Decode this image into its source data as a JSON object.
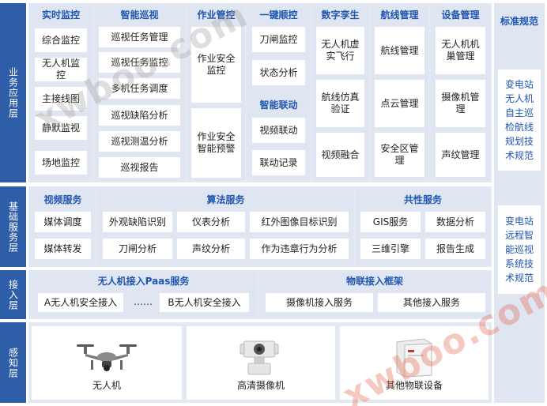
{
  "layers": {
    "business": "业务应用层",
    "base": "基础服务层",
    "access": "接入层",
    "sense": "感知层"
  },
  "business": {
    "realtime": {
      "title": "实时监控",
      "items": [
        "综合监控",
        "无人机监控",
        "主接线图",
        "静默监视",
        "场地监控"
      ]
    },
    "patrol": {
      "title": "智能巡视",
      "items": [
        "巡视任务管理",
        "巡视任务监控",
        "多机任务调度",
        "巡视缺陷分析",
        "巡视测温分析",
        "巡视报告"
      ]
    },
    "operation": {
      "title": "作业管控",
      "items": [
        "作业安全监控",
        "作业安全智能预警"
      ]
    },
    "onekey": {
      "title": "一键顺控",
      "items": [
        "刀闸监控",
        "状态分析"
      ]
    },
    "linkage": {
      "title": "智能联动",
      "items": [
        "视频联动",
        "联动记录"
      ]
    },
    "twin": {
      "title": "数字孪生",
      "items": [
        "无人机虚实飞行",
        "航线仿真验证",
        "视频融合"
      ]
    },
    "route": {
      "title": "航线管理",
      "items": [
        "航线管理",
        "点云管理",
        "安全区管理"
      ]
    },
    "device": {
      "title": "设备管理",
      "items": [
        "无人机机巢管理",
        "摄像机管理",
        "声纹管理"
      ]
    }
  },
  "base": {
    "video": {
      "title": "视频服务",
      "items": [
        "媒体调度",
        "媒体转发"
      ]
    },
    "algo": {
      "title": "算法服务",
      "items": [
        "外观缺陷识别",
        "仪表分析",
        "红外图像目标识别",
        "刀闸分析",
        "声纹分析",
        "作为违章行为分析"
      ]
    },
    "common": {
      "title": "共性服务",
      "items": [
        "GIS服务",
        "数据分析",
        "三维引擎",
        "报告生成"
      ]
    }
  },
  "access": {
    "uav": {
      "title": "无人机接入Paas服务",
      "items": [
        "A无人机安全接入",
        "……",
        "B无人机安全接入"
      ]
    },
    "iot": {
      "title": "物联接入框架",
      "items": [
        "摄像机接入服务",
        "其他接入服务"
      ]
    }
  },
  "sense": {
    "items": [
      "无人机",
      "高清摄像机",
      "其他物联设备"
    ],
    "icons": [
      "drone-icon",
      "camera-icon",
      "iot-device-icon"
    ]
  },
  "standards": {
    "title": "标准规范",
    "items": [
      "变电站无人机自主巡检航线规划技术规范",
      "变电站远程智能巡视系统技术规范"
    ]
  },
  "watermark": "xwboo.com",
  "colors": {
    "layer": "#2f5ea8",
    "title": "#1f56b0",
    "panel": "#e3e9f2"
  }
}
